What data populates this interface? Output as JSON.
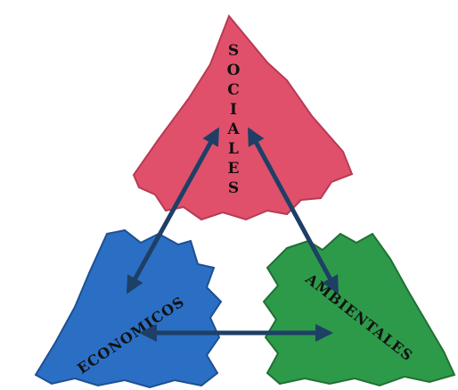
{
  "pieces": {
    "social": {
      "label": "SOCIALES",
      "color": "#e0506b",
      "shade": "#b83a52"
    },
    "economic": {
      "label": "ECONOMICOS",
      "color": "#2b6fc4",
      "shade": "#1d4f93"
    },
    "environmental": {
      "label": "AMBIENTALES",
      "color": "#2d9a4a",
      "shade": "#1f7034"
    }
  },
  "arrows": {
    "color": "#1e3f66"
  }
}
